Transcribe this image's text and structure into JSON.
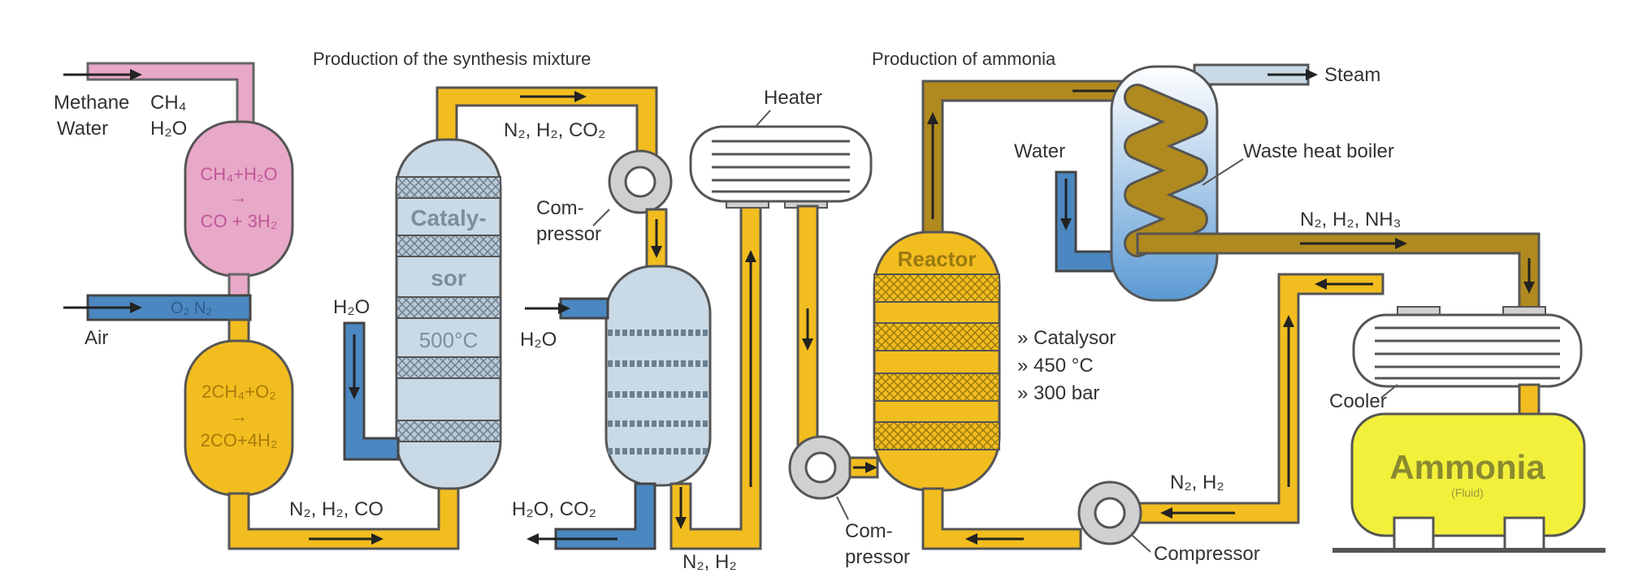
{
  "colors": {
    "synthesis_gas_pipe": "#f2bd1f",
    "water_air_pipe": "#4b87c0",
    "methane_pipe": "#e8a8c8",
    "hot_gas_pipe": "#b08a1e",
    "catalyst_vessel": "#c9d9e6",
    "ammonia_tank": "#f2f03a"
  },
  "sections": {
    "synthesis": "Production of the synthesis mixture",
    "ammonia": "Production of ammonia"
  },
  "inputs": {
    "methane": "Methane",
    "methane_formula": "CH₄",
    "water": "Water",
    "water_formula": "H₂O",
    "air": "Air",
    "air_formula": "O₂ N₂"
  },
  "reformer": {
    "line1": "CH₄+H₂O",
    "arrow": "→",
    "line2": "CO + 3H₂"
  },
  "partial_oxidation": {
    "line1": "2CH₄+O₂",
    "arrow": "→",
    "line2": "2CO+4H₂"
  },
  "streams": {
    "n2_h2_co": "N₂, H₂, CO",
    "n2_h2_co2": "N₂, H₂, CO₂",
    "h2o_left": "H₂O",
    "h2o_right": "H₂O",
    "h2o_co2": "H₂O, CO₂",
    "n2_h2_bottom": "N₂, H₂",
    "n2_h2_nh3": "N₂, H₂, NH₃",
    "n2_h2_return": "N₂, H₂",
    "water_boiler": "Water",
    "steam": "Steam"
  },
  "catalysor": {
    "line1": "Cataly-",
    "line2": "sor",
    "temp": "500°C"
  },
  "equipment": {
    "heater": "Heater",
    "compressor1_a": "Com-",
    "compressor1_b": "pressor",
    "compressor2_a": "Com-",
    "compressor2_b": "pressor",
    "compressor3": "Compressor",
    "reactor": "Reactor",
    "waste_heat_boiler": "Waste heat boiler",
    "cooler": "Cooler",
    "ammonia": "Ammonia",
    "ammonia_sub": "(Fluid)"
  },
  "reactor_conditions": [
    "» Catalysor",
    "» 450 °C",
    "» 300 bar"
  ]
}
